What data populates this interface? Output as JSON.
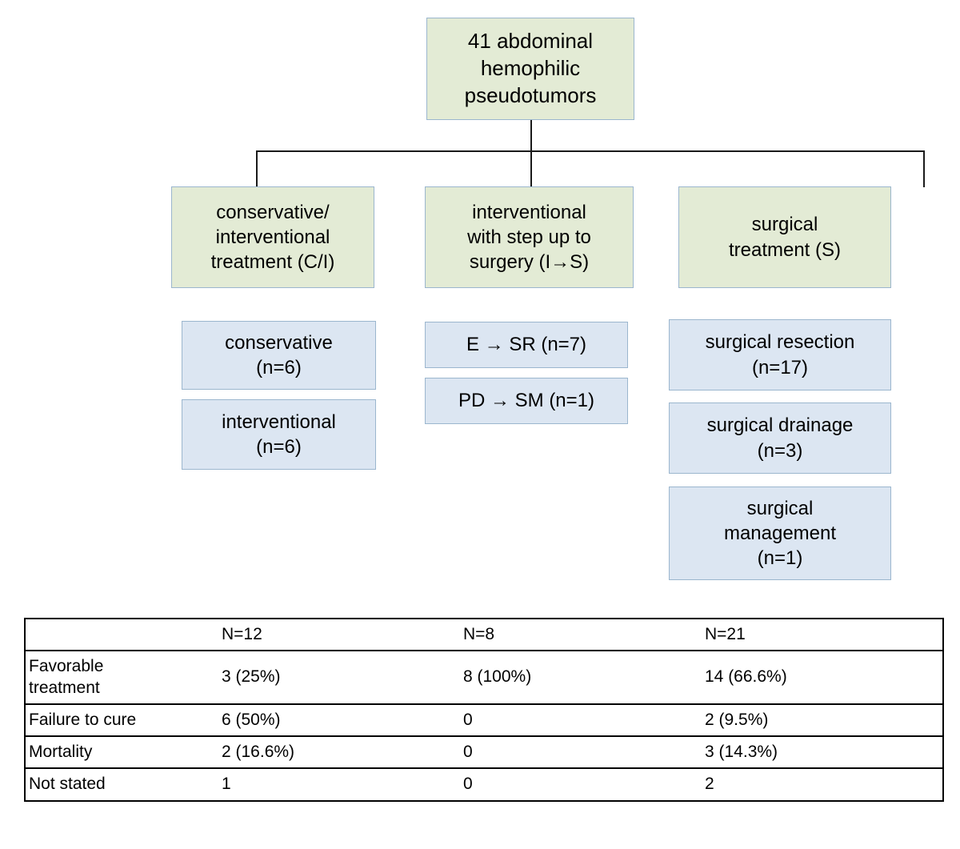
{
  "flowchart": {
    "root": {
      "label": "41 abdominal\nhemophilic\npseudotumors"
    },
    "branches": [
      {
        "label": "conservative/\ninterventional\ntreatment (C/I)",
        "children": [
          {
            "label": "conservative\n(n=6)"
          },
          {
            "label": "interventional\n(n=6)"
          }
        ]
      },
      {
        "label": "interventional\nwith step up to\nsurgery (I→S)",
        "children": [
          {
            "label": "E → SR (n=7)"
          },
          {
            "label": "PD → SM (n=1)"
          }
        ]
      },
      {
        "label": "surgical\ntreatment (S)",
        "children": [
          {
            "label": "surgical resection\n(n=17)"
          },
          {
            "label": "surgical drainage\n(n=3)"
          },
          {
            "label": "surgical\nmanagement\n(n=1)"
          }
        ]
      }
    ],
    "colors": {
      "group_fill": "#E3EBD5",
      "subgroup_fill": "#DCE6F2",
      "border": "#9BB6CE",
      "connector": "#1A1A1A"
    }
  },
  "results": {
    "header": [
      "",
      "N=12",
      "N=8",
      "N=21"
    ],
    "rows": [
      {
        "label": "Favorable\ntreatment",
        "values": [
          "3 (25%)",
          "8 (100%)",
          "14 (66.6%)"
        ]
      },
      {
        "label": "Failure to cure",
        "values": [
          "6 (50%)",
          "0",
          "2 (9.5%)"
        ]
      },
      {
        "label": "Mortality",
        "values": [
          "2 (16.6%)",
          "0",
          "3 (14.3%)"
        ]
      },
      {
        "label": "Not stated",
        "values": [
          "1",
          "0",
          "2"
        ]
      }
    ]
  }
}
